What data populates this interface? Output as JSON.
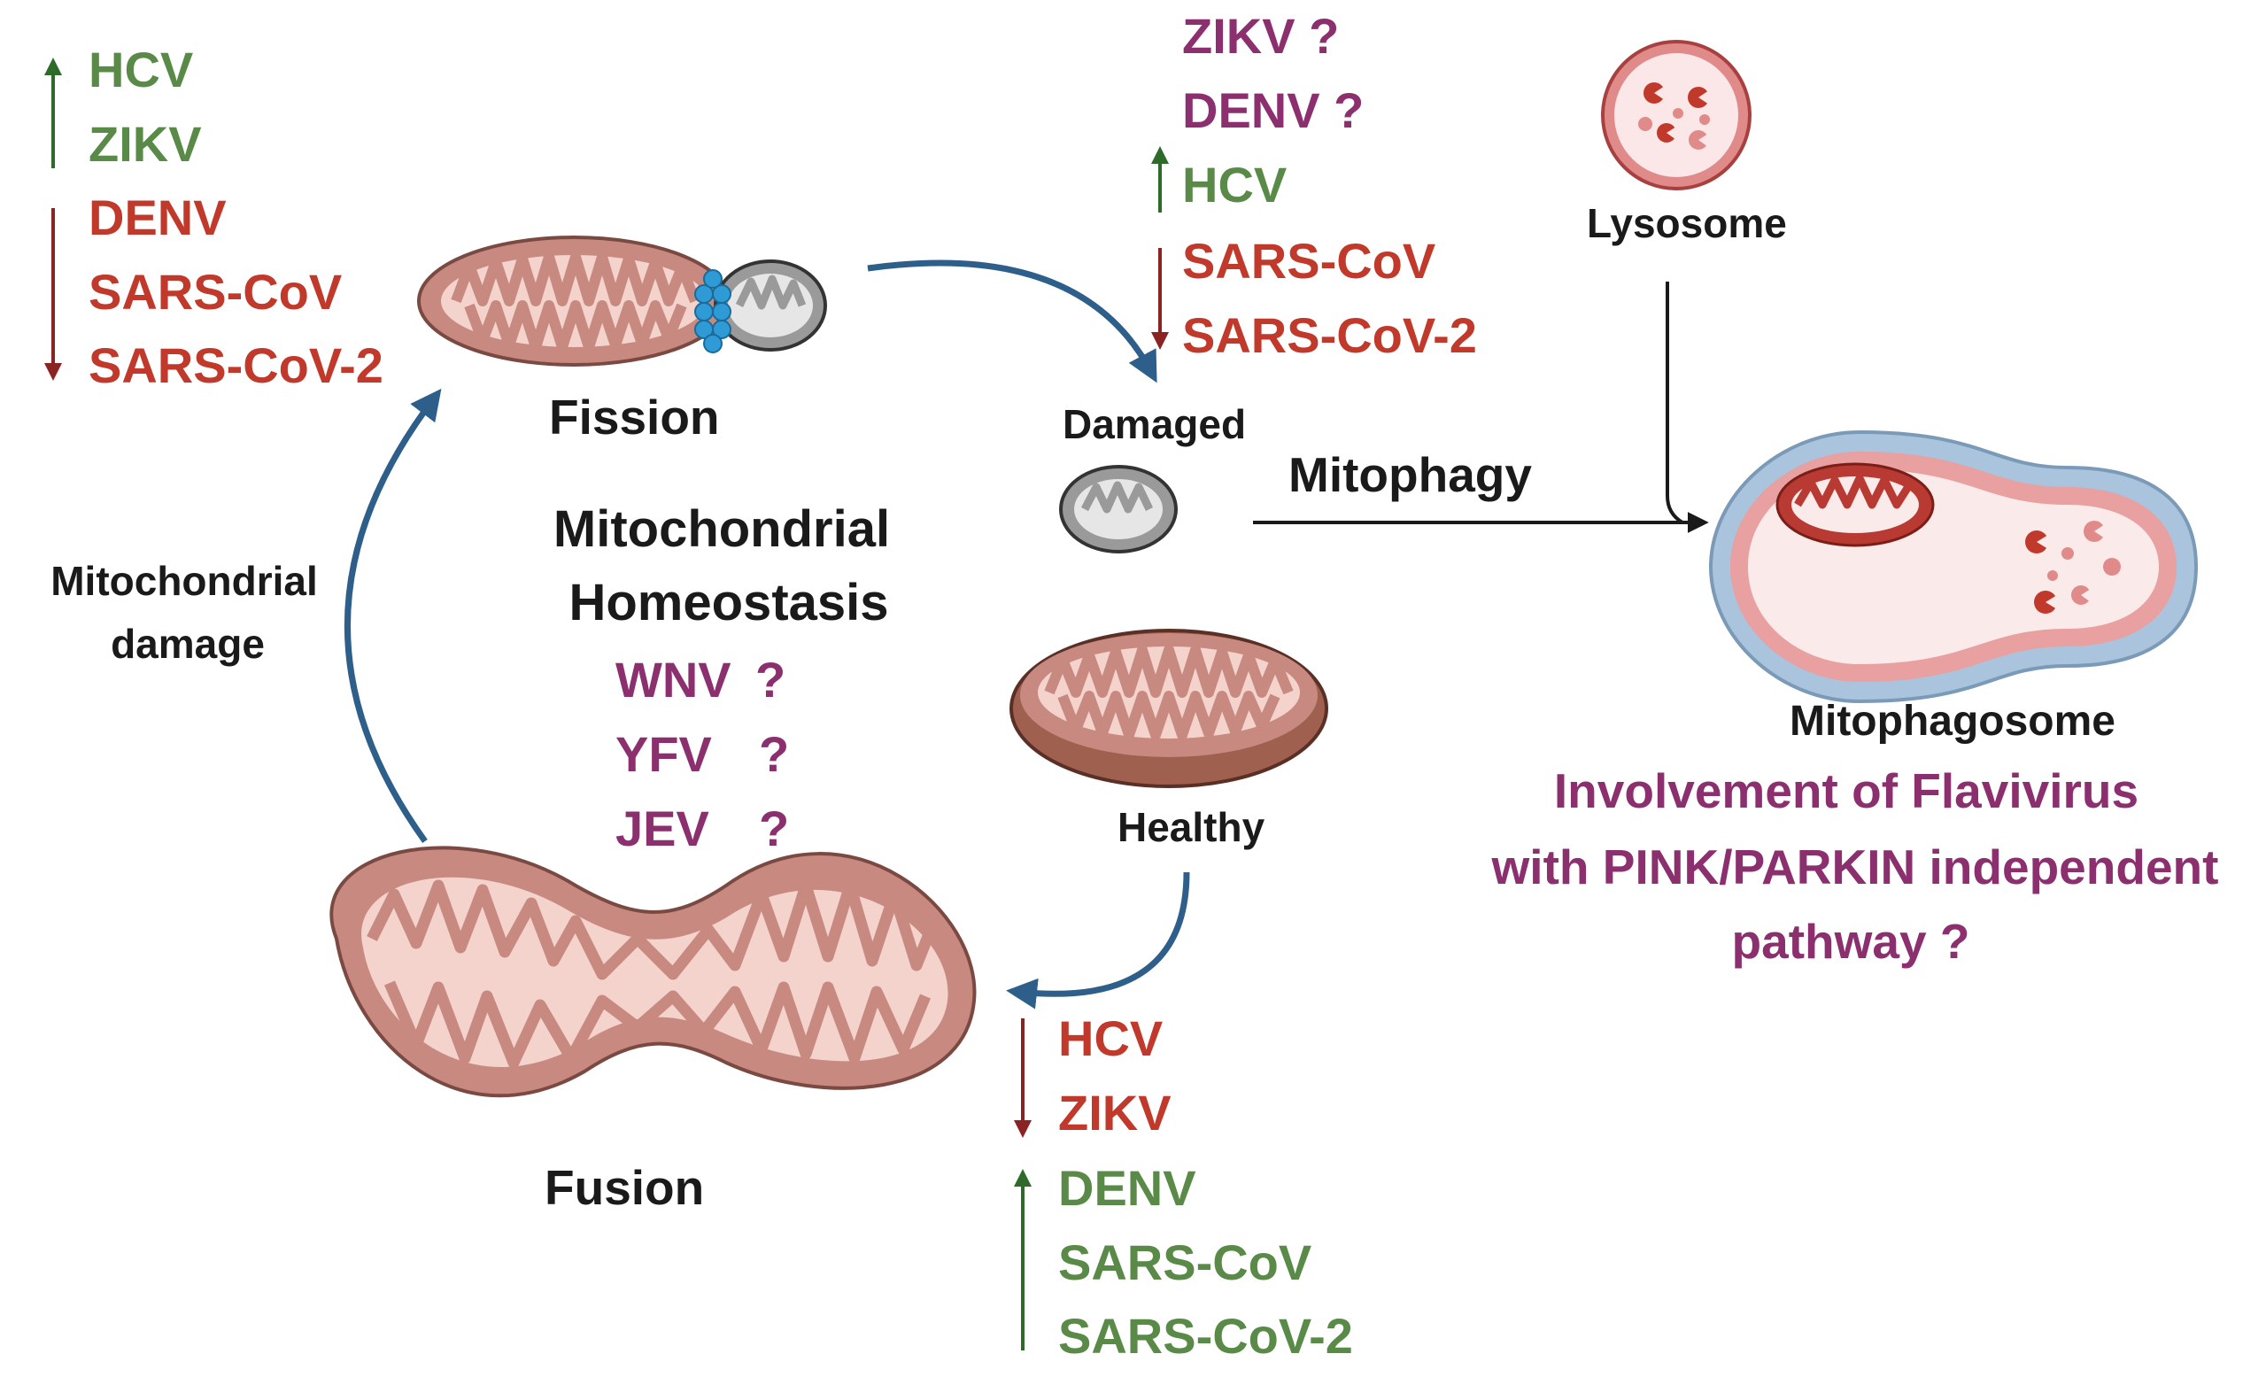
{
  "colors": {
    "increase": "#5a8a48",
    "decrease": "#c0392b",
    "unknown": "#8b2f6e",
    "cycle_arrow": "#2e5f8a",
    "label": "#1a1a1a",
    "mito_outer": "#c88a80",
    "mito_inner": "#f3d3cc",
    "damaged_mito": "#9a9a9a",
    "lysosome": "#c0392b",
    "phagophore": "#a9c4dc",
    "drp1": "#2f9bd6"
  },
  "icons": [
    "mitochondrion-icon",
    "damaged-mitochondrion-icon",
    "lysosome-icon",
    "mitophagosome-icon",
    "drp1-cluster-icon"
  ],
  "labels": {
    "fission": "Fission",
    "fusion": "Fusion",
    "damaged": "Damaged",
    "healthy": "Healthy",
    "mitophagy": "Mitophagy",
    "lysosome": "Lysosome",
    "mitophagosome": "Mitophagosome",
    "homeostasis_1": "Mitochondrial",
    "homeostasis_2": "Homeostasis",
    "damage_1": "Mitochondrial",
    "damage_2": "damage",
    "note_1": "Involvement of Flavivirus",
    "note_2": "with PINK/PARKIN independent",
    "note_3": "pathway ?"
  },
  "fission_viruses": {
    "up": [
      "HCV",
      "ZIKV"
    ],
    "down": [
      "DENV",
      "SARS-CoV",
      "SARS-CoV-2"
    ]
  },
  "mitophagy_viruses": {
    "unknown": [
      "ZIKV ?",
      "DENV ?"
    ],
    "up": [
      "HCV"
    ],
    "down": [
      "SARS-CoV",
      "SARS-CoV-2"
    ]
  },
  "homeostasis_viruses": {
    "unknown": [
      {
        "name": "WNV",
        "mark": "?"
      },
      {
        "name": "YFV",
        "mark": "?"
      },
      {
        "name": "JEV",
        "mark": "?"
      }
    ]
  },
  "fusion_viruses": {
    "down": [
      "HCV",
      "ZIKV"
    ],
    "up": [
      "DENV",
      "SARS-CoV",
      "SARS-CoV-2"
    ]
  }
}
